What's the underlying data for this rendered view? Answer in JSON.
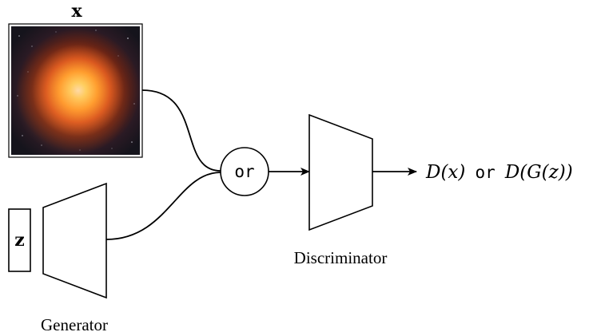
{
  "diagram": {
    "image_label": "x",
    "latent_label": "z",
    "generator_label": "Generator",
    "combine_label": "or",
    "discriminator_label": "Discriminator",
    "output": {
      "d_x": "D(x)",
      "or": "or",
      "d_g_z": "D(G(z))"
    }
  },
  "colors": {
    "stroke": "#000000",
    "galaxy_core": "#ffd24a",
    "galaxy_glow": "#e0561e",
    "galaxy_background": "#15141c"
  }
}
